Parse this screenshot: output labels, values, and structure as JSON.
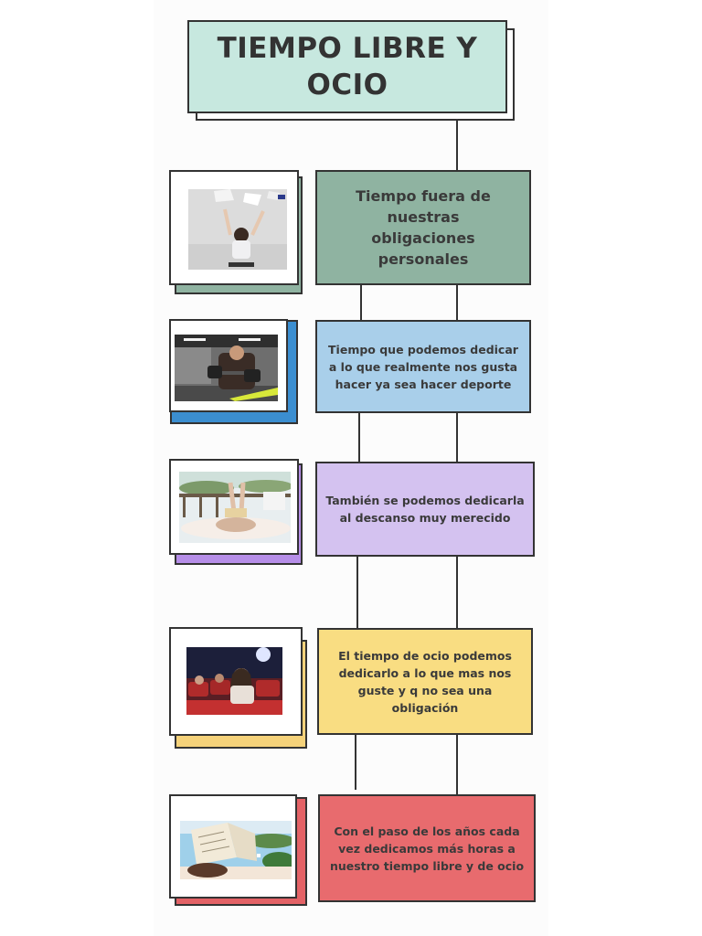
{
  "title": "TIEMPO LIBRE Y OCIO",
  "colors": {
    "title_bg": "#c7e8df",
    "green": "#8fb3a1",
    "blue": "#a9cfea",
    "blue_shadow": "#3b8ed0",
    "purple": "#d4c2f0",
    "purple_shadow": "#b68ee8",
    "yellow": "#f9dd82",
    "yellow_shadow": "#f5d27a",
    "red": "#e86b6e",
    "red_shadow": "#e36266"
  },
  "steps": [
    {
      "text": "Tiempo fuera de nuestras obligaciones personales",
      "photo_icon": "papers-flying-photo"
    },
    {
      "text": "Tiempo que podemos dedicar a lo que realmente nos gusta hacer ya sea hacer deporte",
      "photo_icon": "dumbbell-workout-photo"
    },
    {
      "text": "También se podemos dedicarla al descanso muy merecido",
      "photo_icon": "relaxing-legs-up-photo"
    },
    {
      "text": "El tiempo de ocio  podemos dedicarlo a lo que mas nos guste y q no sea una obligación",
      "photo_icon": "cinema-audience-photo"
    },
    {
      "text": "Con el paso de los años cada vez dedicamos más horas a nuestro tiempo libre y de ocio",
      "photo_icon": "reading-book-beach-photo"
    }
  ]
}
